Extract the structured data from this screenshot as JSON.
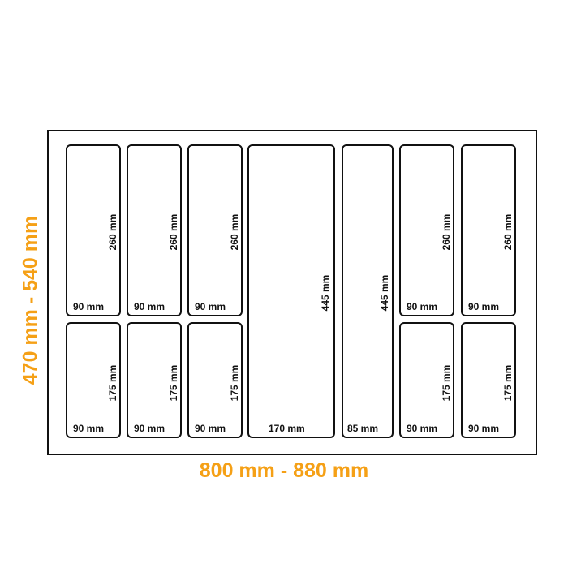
{
  "accent_color": "#f5a016",
  "outline_color": "#111111",
  "dimensions": {
    "width": "800 mm - 880 mm",
    "height": "470 mm - 540 mm"
  },
  "compartments": [
    {
      "id": "top-1",
      "width": "90 mm",
      "length": "260 mm"
    },
    {
      "id": "top-2",
      "width": "90 mm",
      "length": "260 mm"
    },
    {
      "id": "top-3",
      "width": "90 mm",
      "length": "260 mm"
    },
    {
      "id": "center-wide",
      "width": "170 mm",
      "length": "445 mm"
    },
    {
      "id": "center-narrow",
      "width": "85 mm",
      "length": "445 mm"
    },
    {
      "id": "top-6",
      "width": "90 mm",
      "length": "260 mm"
    },
    {
      "id": "top-7",
      "width": "90 mm",
      "length": "260 mm"
    },
    {
      "id": "bottom-1",
      "width": "90 mm",
      "length": "175 mm"
    },
    {
      "id": "bottom-2",
      "width": "90 mm",
      "length": "175 mm"
    },
    {
      "id": "bottom-3",
      "width": "90 mm",
      "length": "175 mm"
    },
    {
      "id": "bottom-6",
      "width": "90 mm",
      "length": "175 mm"
    },
    {
      "id": "bottom-7",
      "width": "90 mm",
      "length": "175 mm"
    }
  ]
}
